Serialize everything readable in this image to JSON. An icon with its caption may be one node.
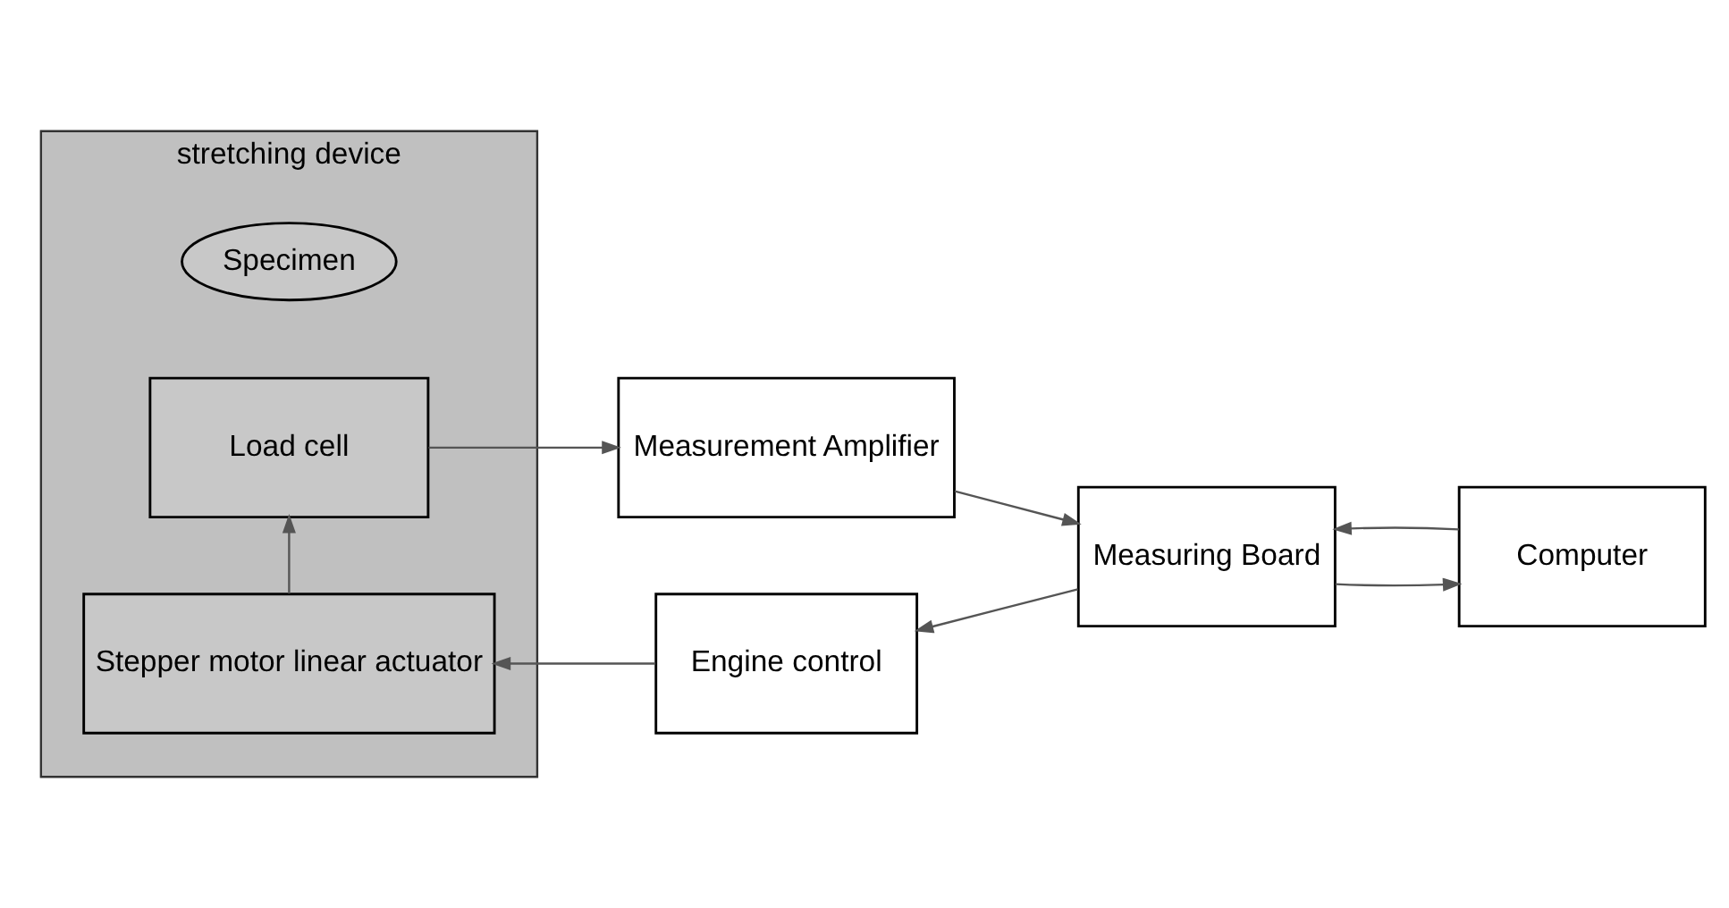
{
  "diagram": {
    "nodes": [
      {
        "text": [
          "stretching device"
        ]
      },
      {
        "text": [
          "Load cell"
        ],
        "in": 0
      },
      {
        "text": [
          "Specimen"
        ],
        "in": 0
      },
      {
        "text": [
          "Stepper motor linear actuator"
        ],
        "in": 0
      },
      {
        "text": [
          "Measurement Amplifier"
        ]
      },
      {
        "text": [
          "Computer"
        ]
      },
      {
        "text": [
          "Measuring Board"
        ]
      },
      {
        "text": [
          "Engine control"
        ]
      }
    ],
    "edges": [
      {
        "from": 1,
        "to": 4,
        "arrow": "to"
      },
      {
        "from": 4,
        "to": 6,
        "arrow": "to"
      },
      {
        "from": 5,
        "to": 6,
        "arrow": "to"
      },
      {
        "from": 6,
        "to": 5,
        "arrow": "to"
      },
      {
        "from": 6,
        "to": 7,
        "arrow": "to"
      },
      {
        "from": 7,
        "to": 3,
        "arrow": "to"
      },
      {
        "from": 3,
        "to": 1,
        "arrow": "to"
      }
    ]
  }
}
